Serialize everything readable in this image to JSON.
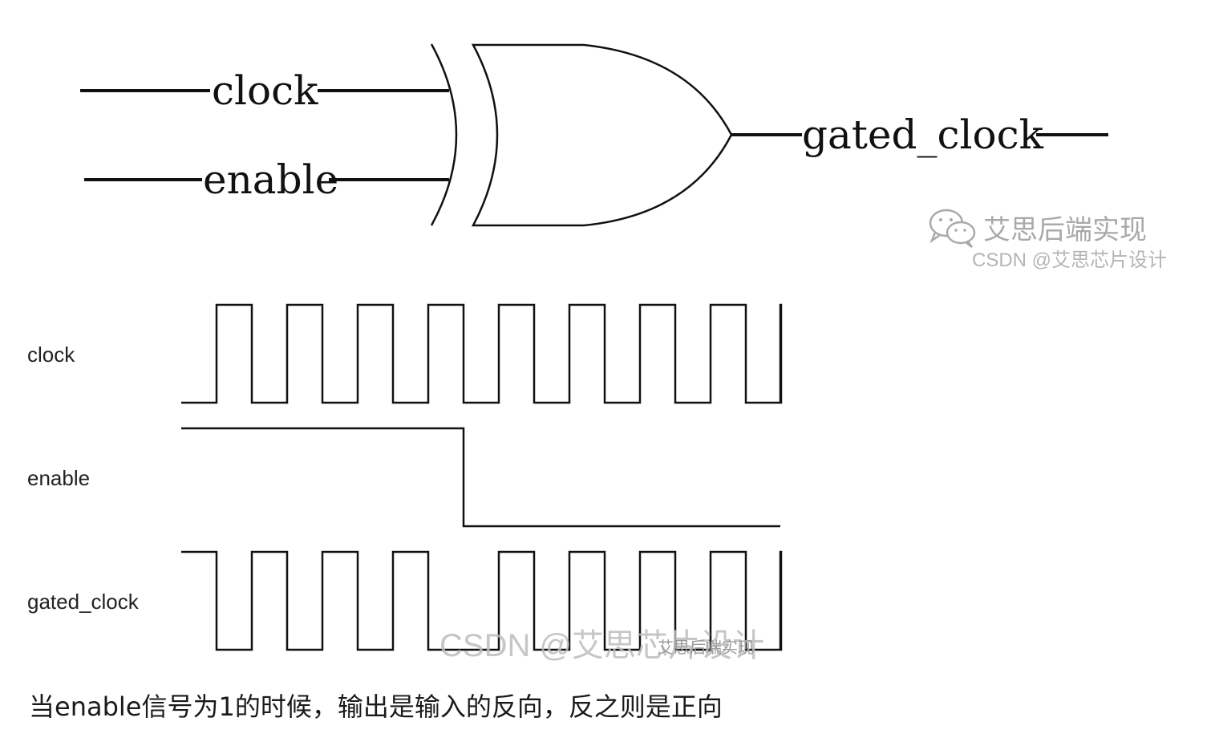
{
  "gate_diagram": {
    "inputs": [
      "clock",
      "enable"
    ],
    "output": "gated_clock"
  },
  "timing_diagram": {
    "signals": [
      {
        "name": "clock",
        "levels": [
          0,
          1,
          0,
          1,
          0,
          1,
          0,
          1,
          0,
          1,
          0,
          1,
          0,
          1,
          0,
          1,
          0,
          1,
          0
        ]
      },
      {
        "name": "enable",
        "levels": [
          1,
          1,
          1,
          1,
          1,
          1,
          1,
          1,
          0,
          0,
          0,
          0,
          0,
          0,
          0,
          0,
          0,
          0,
          0
        ]
      },
      {
        "name": "gated_clock",
        "levels": [
          1,
          0,
          1,
          0,
          1,
          0,
          1,
          0,
          0,
          1,
          0,
          1,
          0,
          1,
          0,
          1,
          0,
          1,
          0
        ]
      }
    ]
  },
  "watermarks": {
    "wechat_account": "艾思后端实现",
    "csdn_top": "CSDN @艾思芯片设计",
    "csdn_overlay": "CSDN @艾思芯片设计",
    "overlay_small": "艾思后端实现"
  },
  "caption": "当enable信号为1的时候，输出是输入的反向，反之则是正向"
}
